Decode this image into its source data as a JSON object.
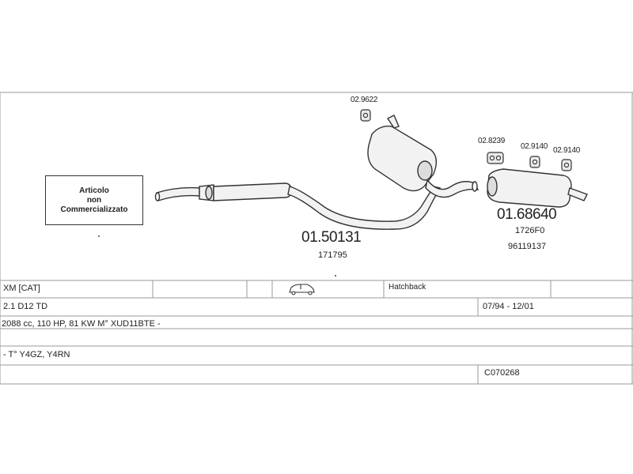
{
  "parts": {
    "main_part": {
      "code": "01.50131",
      "ref": "171795"
    },
    "rear_part": {
      "code": "01.68640",
      "ref1": "1726F0",
      "ref2": "96119137"
    },
    "mounts": {
      "m1": "02.9622",
      "m2": "02.8239",
      "m3": "02.9140",
      "m4": "02.9140"
    },
    "not_sold": {
      "line1": "Articolo",
      "line2": "non",
      "line3": "Commercializzato"
    }
  },
  "vehicle": {
    "model": "XM  [CAT]",
    "body_type": "Hatchback",
    "engine": "2.1 D12 TD",
    "period": "07/94 - 12/01",
    "specs": "2088 cc, 110 HP, 81 KW M° XUD11BTE -",
    "type_codes": "- T° Y4GZ, Y4RN",
    "catalog_code": "C070268"
  },
  "icons": {
    "body_type_icon": "car-hatchback-icon",
    "mount_icon": "rubber-mount-icon"
  }
}
